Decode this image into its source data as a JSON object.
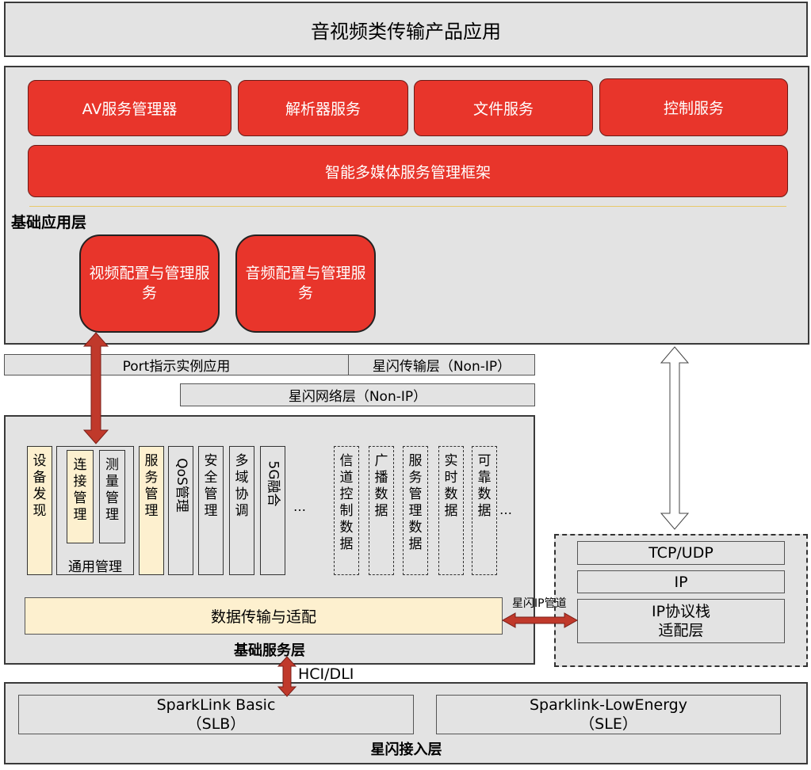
{
  "top_title": "音视频类传输产品应用",
  "app_layer": {
    "label": "基础应用层",
    "services": [
      "AV服务管理器",
      "解析器服务",
      "文件服务",
      "控制服务"
    ],
    "framework": "智能多媒体服务管理框架",
    "config_services": [
      "视频配置与管理服务",
      "音频配置与管理服务"
    ]
  },
  "bars": {
    "port": "Port指示实例应用",
    "transport": "星闪传输层（Non-IP）",
    "network": "星闪网络层（Non-IP）"
  },
  "service_layer": {
    "label": "基础服务层",
    "device_discovery": "设备发现",
    "general_group_label": "通用管理",
    "connection_mgmt": "连接管理",
    "measurement_mgmt": "测量管理",
    "service_mgmt": "服务管理",
    "qos_mgmt": "QoS管理",
    "security_mgmt": "安全管理",
    "multidomain": "多域协调",
    "fusion_5g": "5G融合",
    "ellipsis": "…",
    "data_items": [
      "信道控制数据",
      "广播数据",
      "服务管理数据",
      "实时数据",
      "可靠数据"
    ],
    "data_ellipsis": "…",
    "data_transfer": "数据传输与适配"
  },
  "ip_stack": {
    "tcp_udp": "TCP/UDP",
    "ip": "IP",
    "adapter_line1": "IP协议栈",
    "adapter_line2": "适配层",
    "pipe_label": "星闪IP管道"
  },
  "hci_label": "HCI/DLI",
  "access_layer": {
    "label": "星闪接入层",
    "slb_line1": "SparkLink Basic",
    "slb_line2": "（SLB）",
    "sle_line1": "Sparklink-LowEnergy",
    "sle_line2": "（SLE）"
  },
  "colors": {
    "accent_red": "#e8352b",
    "arrow_red": "#c0392b",
    "beige": "#fdf0cf",
    "panel_grey": "#e3e3e3"
  }
}
